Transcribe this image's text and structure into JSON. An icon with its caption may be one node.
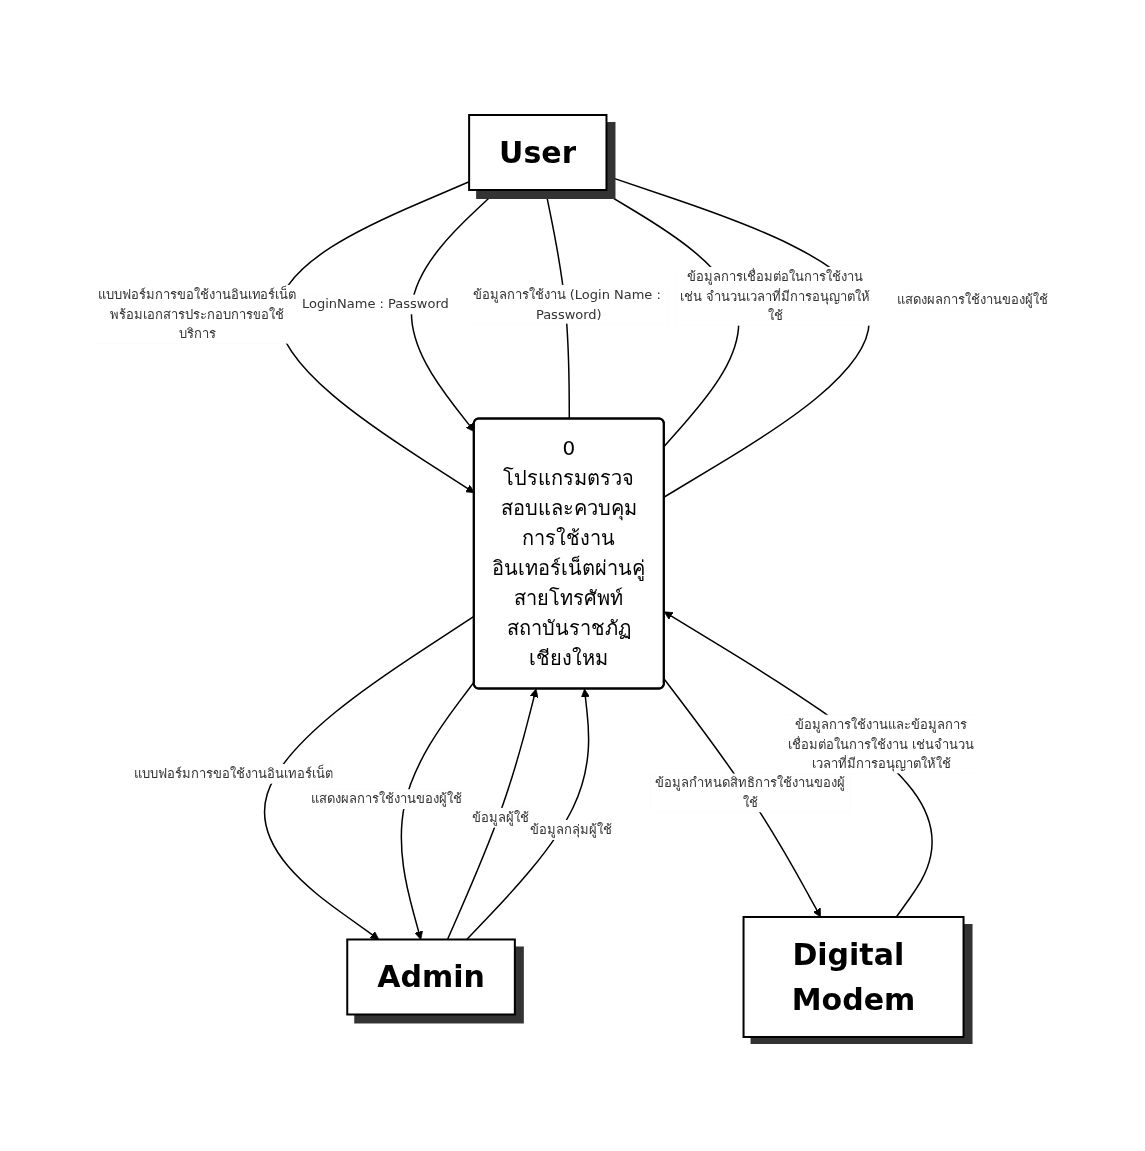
{
  "diagram": {
    "nodes": [
      {
        "text": [
          "User"
        ]
      },
      {
        "text": [
          "Admin"
        ]
      },
      {
        "text": [
          "0",
          "โปรแกรมตรวจสอบและควบคุมการใช้งานอินเทอร์เน็ตผ่านคู่สายโทรศัพท์สถาบันราชภัฏเชียงใหม"
        ]
      },
      {
        "text": [
          "Digital Modem"
        ]
      }
    ],
    "edges": [
      {
        "from": 0,
        "to": 2,
        "arrow": "to",
        "label": "แบบฟอร์มการขอใช้งานอินเทอร์เน็ตพร้อมเอกสารประกอบการขอใช้บริการ"
      },
      {
        "from": 0,
        "to": 2,
        "arrow": "to",
        "label": "LoginName : Password"
      },
      {
        "from": 1,
        "to": 2,
        "arrow": "to",
        "label": "ข้อมูลผู้ใช้"
      },
      {
        "from": 1,
        "to": 2,
        "arrow": "to",
        "label": "ข้อมูลกลุ่มผู้ใช้"
      },
      {
        "from": 2,
        "to": 1,
        "arrow": "to",
        "label": "แบบฟอร์มการขอใช้งานอินเทอร์เน็ต"
      },
      {
        "from": 2,
        "to": 1,
        "arrow": "to",
        "label": "แสดงผลการใช้งานของผู้ใช้"
      },
      {
        "from": 2,
        "to": 0,
        "arrow": "to",
        "label": "ข้อมูลการใช้งาน (Login Name : Password)"
      },
      {
        "from": 2,
        "to": 0,
        "arrow": "to",
        "label": "ข้อมูลการเชื่อมต่อในการใช้งานเช่น จำนวนเวลาที่มีการอนุญาตให้ใช้"
      },
      {
        "from": 2,
        "to": 0,
        "arrow": "to",
        "label": "แสดงผลการใช้งานของผู้ใช้"
      },
      {
        "from": 2,
        "to": 3,
        "arrow": "to",
        "label": "ข้อมูลกำหนดสิทธิการใช้งานของผู้ใช้"
      },
      {
        "from": 3,
        "to": 2,
        "arrow": "to",
        "label": "ข้อมูลการใช้งานและข้อมูลการเชื่อมต่อในการใช้งาน เช่นจำนวนเวลาที่มีการอนุญาตให้ใช้"
      }
    ]
  }
}
